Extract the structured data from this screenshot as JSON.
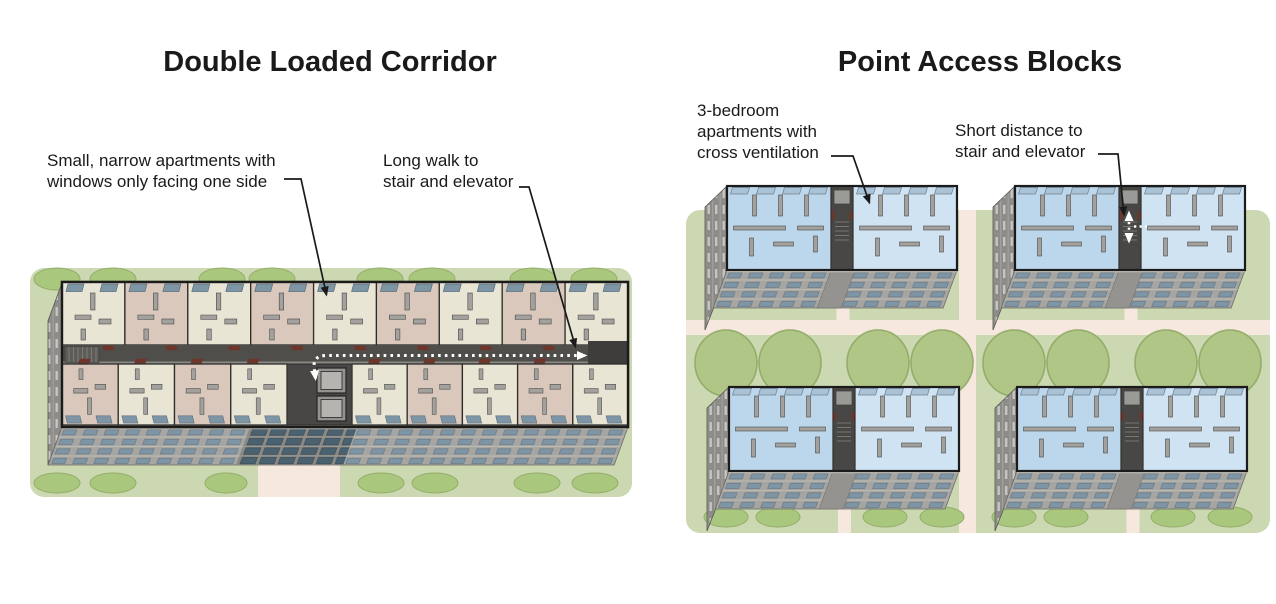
{
  "left_panel": {
    "title": "Double Loaded Corridor",
    "annotations": [
      {
        "id": "small-apartments",
        "lines": [
          "Small, narrow apartments with",
          "windows only facing one side"
        ]
      },
      {
        "id": "long-walk",
        "lines": [
          "Long walk to",
          "stair and elevator"
        ]
      }
    ],
    "scene": {
      "building_type": "double-loaded corridor slab",
      "apartments_top_row": 9,
      "apartments_bottom_row": 9,
      "route_marker": "white dashed route along central corridor to stair and elevator core"
    }
  },
  "right_panel": {
    "title": "Point Access Blocks",
    "annotations": [
      {
        "id": "cross-ventilation",
        "lines": [
          "3-bedroom",
          "apartments with",
          "cross ventilation"
        ]
      },
      {
        "id": "short-distance",
        "lines": [
          "Short distance to",
          "stair and elevator"
        ]
      }
    ],
    "scene": {
      "blocks": 4,
      "apartments_per_block": 2,
      "route_marker": "short white dashed arrows at central stair and elevator core"
    }
  },
  "colors": {
    "ground": "#cbd8b1",
    "path": "#f6e7df",
    "tree": "#afc687",
    "tree_stroke": "#94ad69",
    "tree_small": "#a9c87e",
    "apartment_cream": "#e9e5d4",
    "apartment_tan": "#d9c8bb",
    "apartment_blue": "#bcd6ec",
    "apartment_blue_light": "#cfe3f2",
    "corridor": "#4f4e4a",
    "core": "#484745",
    "wall": "#a2a19d",
    "window": "#7e95a6",
    "window_dark": "#4a6170",
    "facade": "#a6a5a1",
    "door": "#6e352a",
    "outline": "#1b1b1b",
    "route": "#ffffff",
    "text": "#1a1a1a"
  }
}
